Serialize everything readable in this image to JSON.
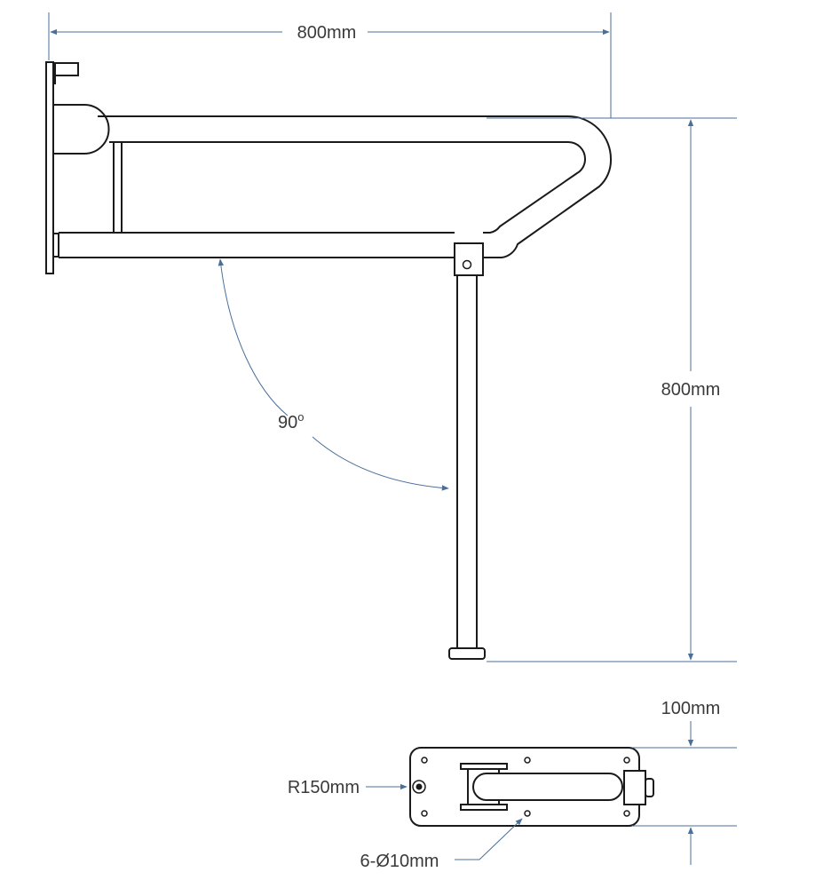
{
  "labels": {
    "top_width": "800mm",
    "height": "800mm",
    "angle_value": "90",
    "angle_unit": "o",
    "plate_width": "100mm",
    "radius": "R150mm",
    "holes": "6-Ø10mm"
  },
  "colors": {
    "dimension_line": "#4a6f9a",
    "drawing_line": "#1a1a1a",
    "text": "#3a3a3a"
  }
}
